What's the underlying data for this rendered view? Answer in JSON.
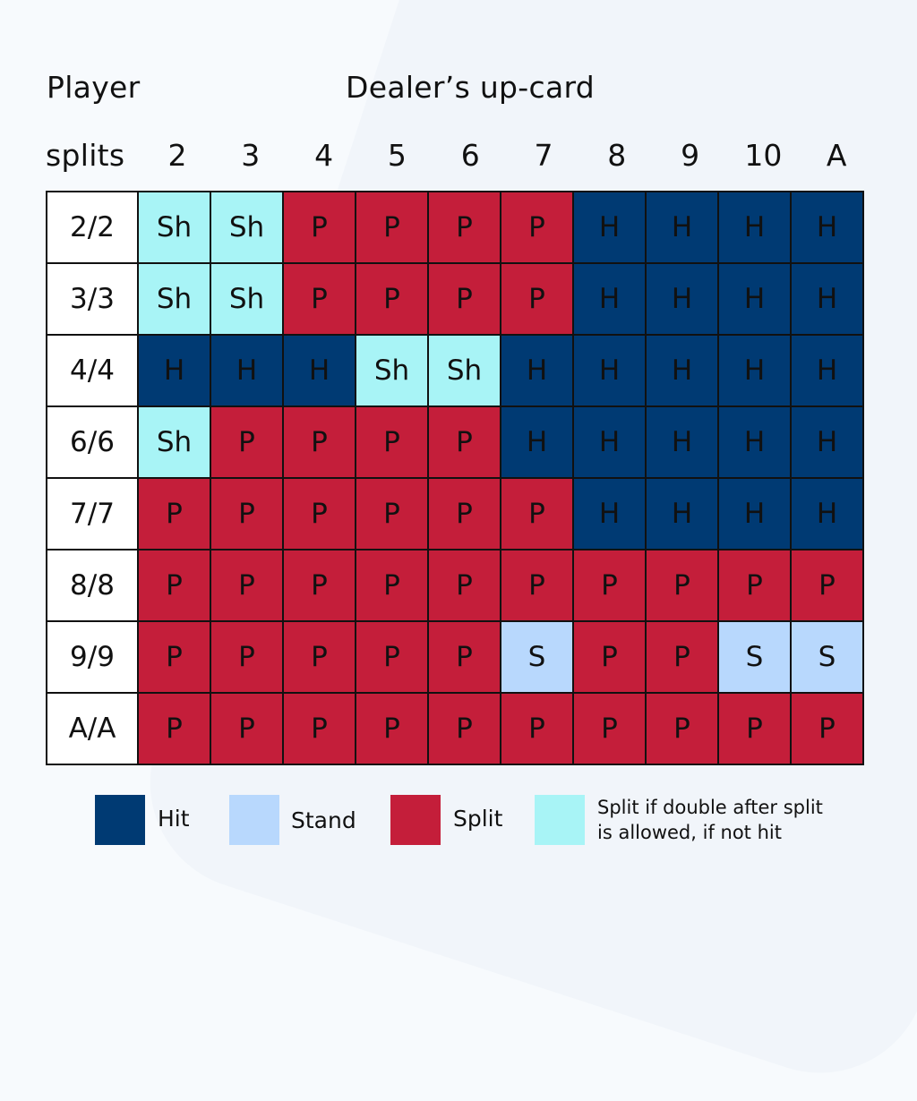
{
  "chart_data": {
    "type": "table",
    "title": "Dealer’s up-card",
    "row_header_title": "Player splits",
    "columns": [
      "2",
      "3",
      "4",
      "5",
      "6",
      "7",
      "8",
      "9",
      "10",
      "A"
    ],
    "rows": [
      {
        "label": "2/2",
        "cells": [
          "Sh",
          "Sh",
          "P",
          "P",
          "P",
          "P",
          "H",
          "H",
          "H",
          "H"
        ]
      },
      {
        "label": "3/3",
        "cells": [
          "Sh",
          "Sh",
          "P",
          "P",
          "P",
          "P",
          "H",
          "H",
          "H",
          "H"
        ]
      },
      {
        "label": "4/4",
        "cells": [
          "H",
          "H",
          "H",
          "Sh",
          "Sh",
          "H",
          "H",
          "H",
          "H",
          "H"
        ]
      },
      {
        "label": "6/6",
        "cells": [
          "Sh",
          "P",
          "P",
          "P",
          "P",
          "H",
          "H",
          "H",
          "H",
          "H"
        ]
      },
      {
        "label": "7/7",
        "cells": [
          "P",
          "P",
          "P",
          "P",
          "P",
          "P",
          "H",
          "H",
          "H",
          "H"
        ]
      },
      {
        "label": "8/8",
        "cells": [
          "P",
          "P",
          "P",
          "P",
          "P",
          "P",
          "P",
          "P",
          "P",
          "P"
        ]
      },
      {
        "label": "9/9",
        "cells": [
          "P",
          "P",
          "P",
          "P",
          "P",
          "S",
          "P",
          "P",
          "S",
          "S"
        ]
      },
      {
        "label": "A/A",
        "cells": [
          "P",
          "P",
          "P",
          "P",
          "P",
          "P",
          "P",
          "P",
          "P",
          "P"
        ]
      }
    ],
    "legend": [
      {
        "code": "H",
        "label": "Hit",
        "color": "#003a73"
      },
      {
        "code": "S",
        "label": "Stand",
        "color": "#b8d8fd"
      },
      {
        "code": "P",
        "label": "Split",
        "color": "#c41e3a"
      },
      {
        "code": "Sh",
        "label": "Split if double after split is allowed, if not hit",
        "color": "#a8f4f6"
      }
    ]
  },
  "header": {
    "player": "Player",
    "splits": "splits",
    "dealer": "Dealer’s up-card"
  },
  "legend": {
    "hit": "Hit",
    "stand": "Stand",
    "split": "Split",
    "sh_line1": "Split if double after split",
    "sh_line2": "is allowed, if not hit"
  }
}
